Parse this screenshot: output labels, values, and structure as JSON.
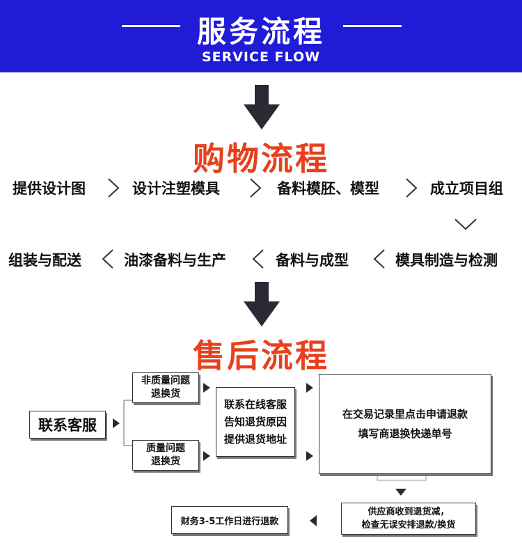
{
  "banner": {
    "title": "服务流程",
    "subtitle": "SERVICE FLOW"
  },
  "shopping": {
    "title": "购物流程",
    "row1": [
      "提供设计图",
      "设计注塑模具",
      "备料模胚、模型",
      "成立项目组"
    ],
    "row2": [
      "组装与配送",
      "油漆备料与生产",
      "备料与成型",
      "模具制造与检测"
    ]
  },
  "aftersale": {
    "title": "售后流程",
    "contact": "联系客服",
    "non_quality": [
      "非质量问题",
      "退换货"
    ],
    "quality": [
      "质量问题",
      "退换货"
    ],
    "online": [
      "联系在线客服",
      "告知退货原因",
      "提供退货地址"
    ],
    "record": [
      "在交易记录里点击申请退款",
      "填写商退换快递单号"
    ],
    "supplier": [
      "供应商收到退货减，",
      "检查无误安排退款/换货"
    ],
    "finance": "财务3-5工作日进行退款"
  },
  "colors": {
    "banner": "#1f1bd6",
    "accent": "#e8401d",
    "arrow": "#2a2a35"
  }
}
